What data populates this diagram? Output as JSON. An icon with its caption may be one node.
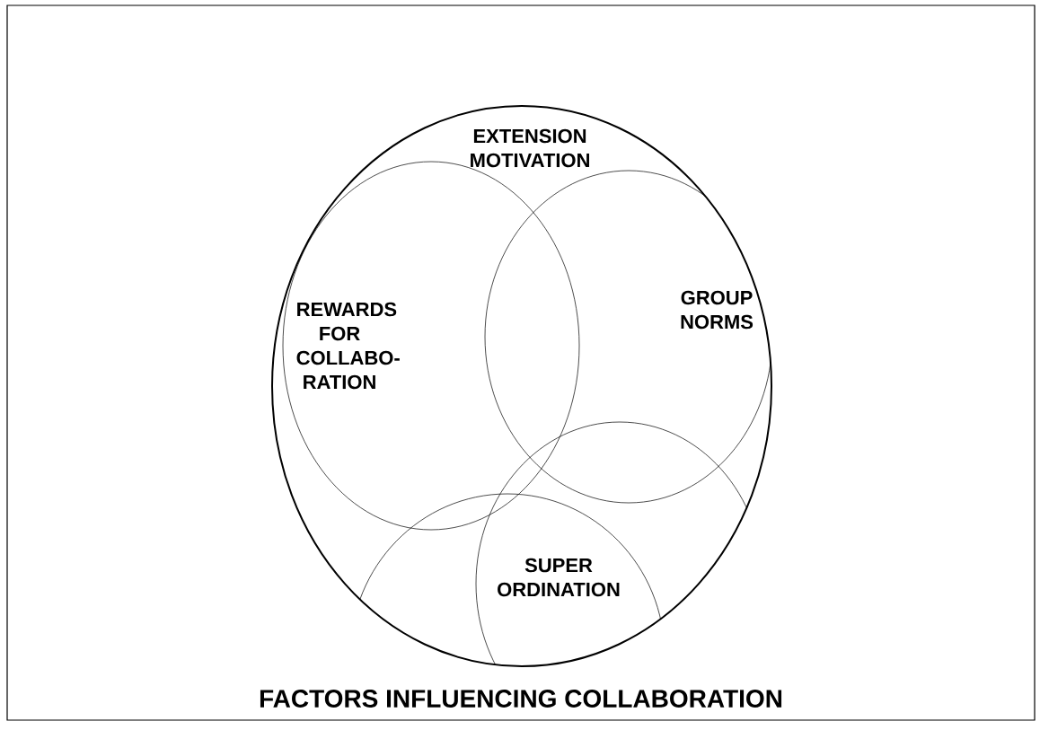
{
  "diagram": {
    "title": "FACTORS INFLUENCING COLLABORATION",
    "labels": [
      "EXTENSION MOTIVATION",
      "GROUP NORMS",
      "REWARDS FOR COLLABO-RATION",
      "SUPER ORDINATION"
    ]
  }
}
